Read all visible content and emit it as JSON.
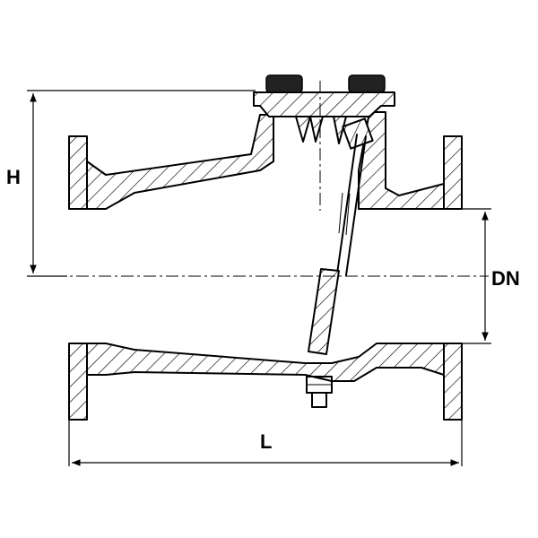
{
  "dimensions": {
    "height_label": "H",
    "diameter_label": "DN",
    "length_label": "L"
  },
  "colors": {
    "line": "#000000",
    "background": "#ffffff"
  }
}
